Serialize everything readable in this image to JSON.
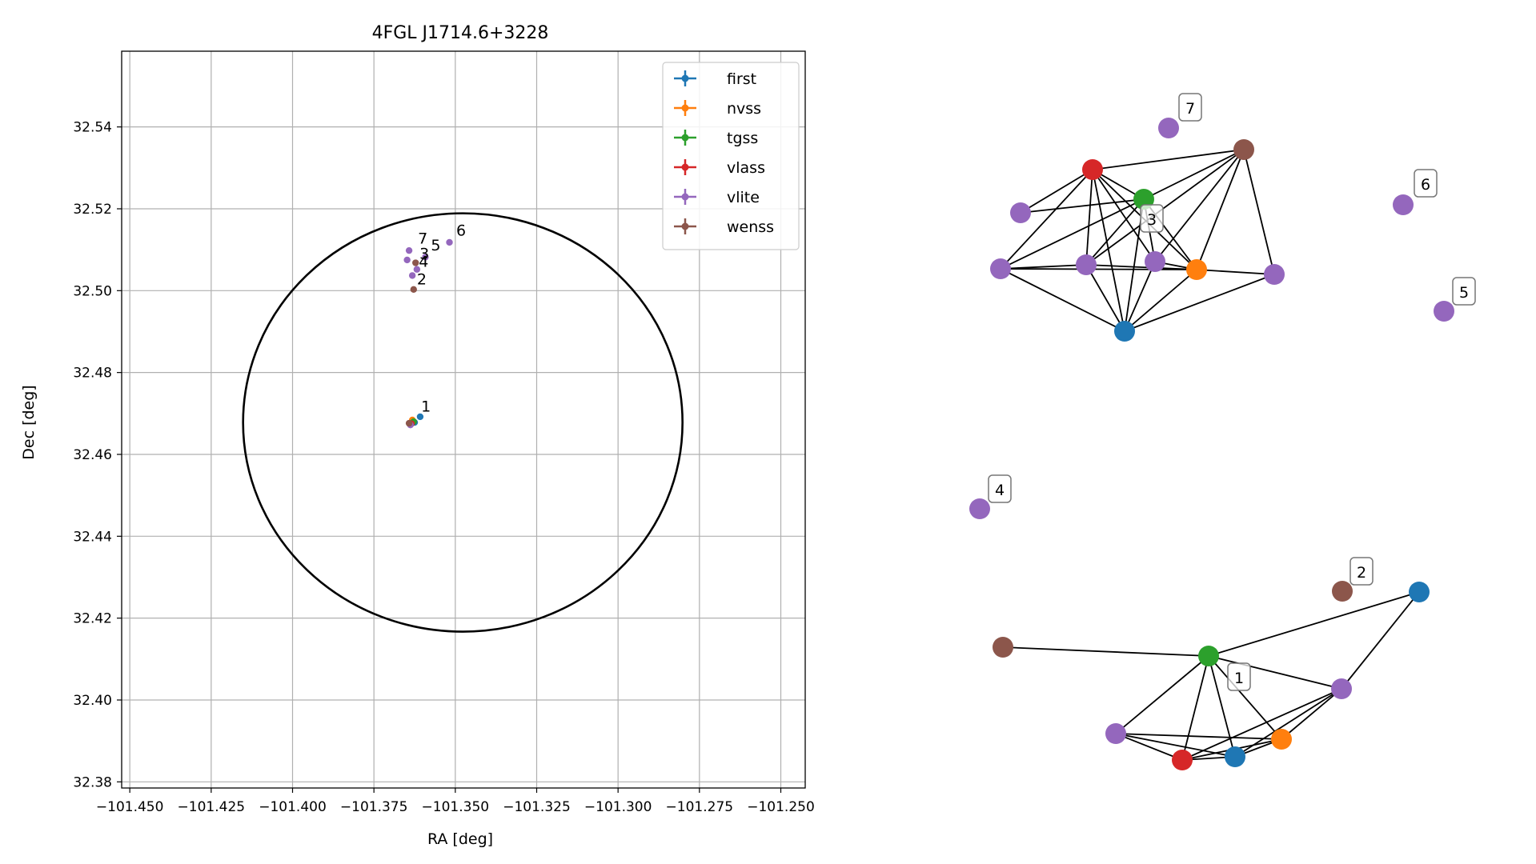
{
  "chart_data": [
    {
      "type": "scatter",
      "title": "4FGL J1714.6+3228",
      "xlabel": "RA [deg]",
      "ylabel": "Dec [deg]",
      "xlim": [
        -101.4525,
        -101.2425
      ],
      "ylim": [
        32.3785,
        32.5585
      ],
      "x_ticks": [
        -101.45,
        -101.425,
        -101.4,
        -101.375,
        -101.35,
        -101.325,
        -101.3,
        -101.275,
        -101.25
      ],
      "x_tick_labels": [
        "−101.450",
        "−101.425",
        "−101.400",
        "−101.375",
        "−101.350",
        "−101.325",
        "−101.300",
        "−101.275",
        "−101.250"
      ],
      "y_ticks": [
        32.38,
        32.4,
        32.42,
        32.44,
        32.46,
        32.48,
        32.5,
        32.52,
        32.54
      ],
      "y_tick_labels": [
        "32.38",
        "32.40",
        "32.42",
        "32.44",
        "32.46",
        "32.48",
        "32.50",
        "32.52",
        "32.54"
      ],
      "grid": true,
      "legend_position": "top-right",
      "series": [
        {
          "name": "first",
          "color": "#1f77b4",
          "points": [
            [
              -101.3608,
              32.4692
            ],
            [
              -101.3625,
              32.4678
            ]
          ]
        },
        {
          "name": "nvss",
          "color": "#ff7f0e",
          "points": [
            [
              -101.3632,
              32.4684
            ]
          ]
        },
        {
          "name": "tgss",
          "color": "#2ca02c",
          "points": [
            [
              -101.3628,
              32.468
            ]
          ]
        },
        {
          "name": "vlass",
          "color": "#d62728",
          "points": [
            [
              -101.3635,
              32.4675
            ]
          ]
        },
        {
          "name": "vlite",
          "color": "#9467bd",
          "points": [
            [
              -101.3642,
              32.5098
            ],
            [
              -101.3648,
              32.5075
            ],
            [
              -101.3618,
              32.5052
            ],
            [
              -101.3632,
              32.5037
            ],
            [
              -101.3592,
              32.5082
            ],
            [
              -101.3518,
              32.5118
            ],
            [
              -101.3638,
              32.4672
            ]
          ]
        },
        {
          "name": "wenss",
          "color": "#8c564b",
          "points": [
            [
              -101.3622,
              32.5068
            ],
            [
              -101.3628,
              32.5003
            ],
            [
              -101.3642,
              32.4676
            ]
          ]
        }
      ],
      "point_labels": [
        {
          "text": "1",
          "x": -101.3605,
          "y": 32.4705
        },
        {
          "text": "2",
          "x": -101.3618,
          "y": 32.5015
        },
        {
          "text": "3",
          "x": -101.361,
          "y": 32.5078
        },
        {
          "text": "4",
          "x": -101.3612,
          "y": 32.5058
        },
        {
          "text": "5",
          "x": -101.3575,
          "y": 32.5098
        },
        {
          "text": "6",
          "x": -101.3497,
          "y": 32.5135
        },
        {
          "text": "7",
          "x": -101.3615,
          "y": 32.5115
        }
      ],
      "ellipse": {
        "center": [
          -101.3477,
          32.4678
        ],
        "semi_axis_ra": 0.0675,
        "semi_axis_dec": 0.0511,
        "angle_deg": 0,
        "color": "#000000"
      }
    },
    {
      "type": "network",
      "node_colors": {
        "first": "#1f77b4",
        "nvss": "#ff7f0e",
        "tgss": "#2ca02c",
        "vlass": "#d62728",
        "vlite": "#9467bd",
        "wenss": "#8c564b"
      },
      "group_labels": [
        "7",
        "6",
        "3",
        "5",
        "4",
        "2",
        "1"
      ]
    }
  ]
}
